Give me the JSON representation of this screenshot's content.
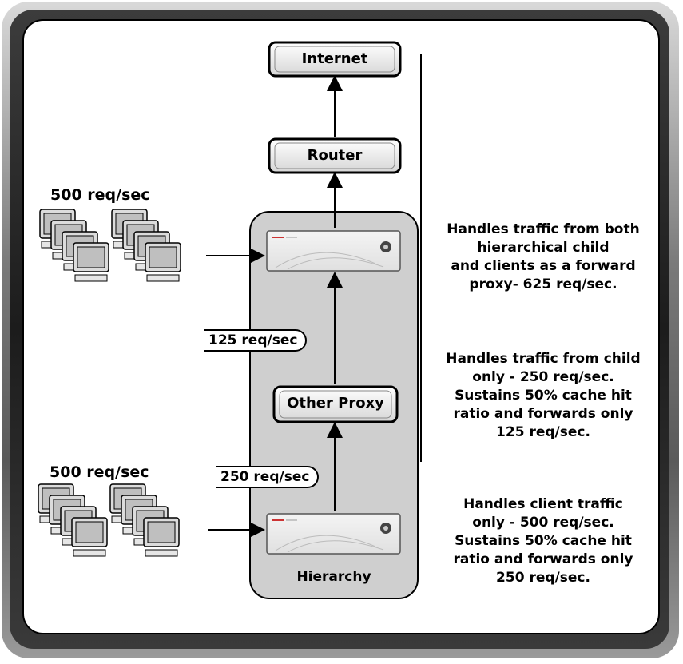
{
  "nodes": {
    "internet": "Internet",
    "router": "Router",
    "other_proxy": "Other Proxy",
    "hierarchy": "Hierarchy"
  },
  "rates": {
    "top_clients": "500 req/sec",
    "bottom_clients": "500 req/sec",
    "upper_link": "125 req/sec",
    "lower_link": "250 req/sec"
  },
  "notes": {
    "top": [
      "Handles traffic from both",
      "hierarchical child",
      "and clients as a forward",
      "proxy- 625 req/sec."
    ],
    "middle": [
      "Handles traffic from child",
      "only - 250 req/sec.",
      "Sustains 50% cache hit",
      "ratio and forwards only",
      "125 req/sec."
    ],
    "bottom": [
      "Handles client traffic",
      "only - 500 req/sec.",
      "Sustains 50% cache hit",
      "ratio and forwards only",
      "250 req/sec."
    ]
  }
}
